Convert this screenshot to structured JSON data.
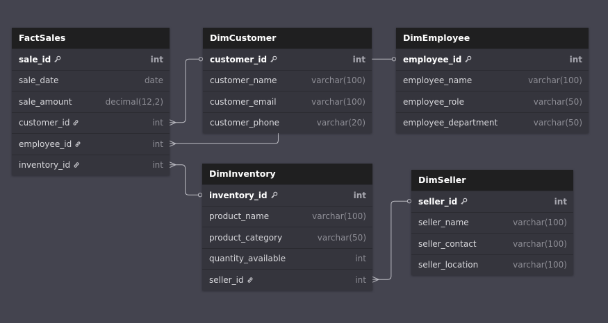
{
  "tables": [
    {
      "id": "factsales",
      "name": "FactSales",
      "columns": [
        {
          "name": "sale_id",
          "type": "int",
          "pk": true,
          "icon": "key-icon"
        },
        {
          "name": "sale_date",
          "type": "date"
        },
        {
          "name": "sale_amount",
          "type": "decimal(12,2)"
        },
        {
          "name": "customer_id",
          "type": "int",
          "icon": "link-icon"
        },
        {
          "name": "employee_id",
          "type": "int",
          "icon": "link-icon"
        },
        {
          "name": "inventory_id",
          "type": "int",
          "icon": "link-icon"
        }
      ]
    },
    {
      "id": "dimcustomer",
      "name": "DimCustomer",
      "columns": [
        {
          "name": "customer_id",
          "type": "int",
          "pk": true,
          "icon": "key-icon"
        },
        {
          "name": "customer_name",
          "type": "varchar(100)"
        },
        {
          "name": "customer_email",
          "type": "varchar(100)"
        },
        {
          "name": "customer_phone",
          "type": "varchar(20)"
        }
      ]
    },
    {
      "id": "dimemployee",
      "name": "DimEmployee",
      "columns": [
        {
          "name": "employee_id",
          "type": "int",
          "pk": true,
          "icon": "key-icon"
        },
        {
          "name": "employee_name",
          "type": "varchar(100)"
        },
        {
          "name": "employee_role",
          "type": "varchar(50)"
        },
        {
          "name": "employee_department",
          "type": "varchar(50)"
        }
      ]
    },
    {
      "id": "diminventory",
      "name": "DimInventory",
      "columns": [
        {
          "name": "inventory_id",
          "type": "int",
          "pk": true,
          "icon": "key-icon"
        },
        {
          "name": "product_name",
          "type": "varchar(100)"
        },
        {
          "name": "product_category",
          "type": "varchar(50)"
        },
        {
          "name": "quantity_available",
          "type": "int"
        },
        {
          "name": "seller_id",
          "type": "int",
          "icon": "link-icon"
        }
      ]
    },
    {
      "id": "dimseller",
      "name": "DimSeller",
      "columns": [
        {
          "name": "seller_id",
          "type": "int",
          "pk": true,
          "icon": "key-icon"
        },
        {
          "name": "seller_name",
          "type": "varchar(100)"
        },
        {
          "name": "seller_contact",
          "type": "varchar(100)"
        },
        {
          "name": "seller_location",
          "type": "varchar(100)"
        }
      ]
    }
  ],
  "relationships": [
    {
      "from": "factsales.customer_id",
      "to": "dimcustomer.customer_id",
      "cardinality": "many-to-one"
    },
    {
      "from": "factsales.employee_id",
      "to": "dimemployee.employee_id",
      "cardinality": "many-to-one"
    },
    {
      "from": "factsales.inventory_id",
      "to": "diminventory.inventory_id",
      "cardinality": "many-to-one"
    },
    {
      "from": "diminventory.seller_id",
      "to": "dimseller.seller_id",
      "cardinality": "many-to-one"
    }
  ],
  "colors": {
    "background": "#44444f",
    "header": "#1f1f20",
    "body": "#35353d",
    "connector": "#bdbdc4"
  }
}
